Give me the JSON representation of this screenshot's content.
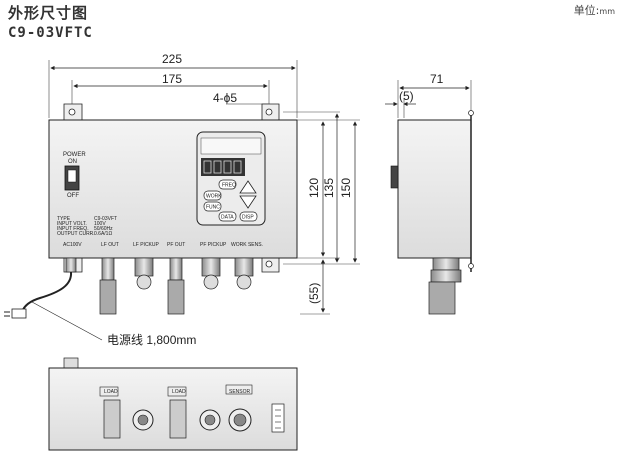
{
  "header": {
    "title": "外形尺寸图",
    "model": "C9-03VFTC",
    "unit_label": "单位:",
    "unit_value": "mm"
  },
  "dimensions": {
    "width_total": "225",
    "hole_pitch": "175",
    "holes": "4-ϕ5",
    "height_120": "120",
    "height_135": "135",
    "height_150": "150",
    "connector_55": "(55)",
    "depth_71": "71",
    "flange_5": "(5)"
  },
  "cable_label": "电源线 1,800mm",
  "front_panel": {
    "power_label": "POWER",
    "on_label": "ON",
    "off_label": "OFF",
    "spec_left": [
      "TYPE",
      "INPUT  VOLT.",
      "INPUT  FREQ.",
      "OUTPUT  CURR."
    ],
    "spec_right": [
      "C9-03VFT",
      "100V",
      "50/60Hz",
      "0.6A/1Ω"
    ],
    "connectors": [
      "AC100V",
      "LF OUT",
      "LF PICKUP",
      "PF OUT",
      "PF PICKUP",
      "WORK SENS."
    ],
    "buttons": [
      "FREQ",
      "WORK",
      "FUNC",
      "DATA",
      "DISP"
    ]
  },
  "bottom_panel": {
    "labels": [
      "LOAD",
      "LOAD",
      "SENSOR"
    ]
  }
}
